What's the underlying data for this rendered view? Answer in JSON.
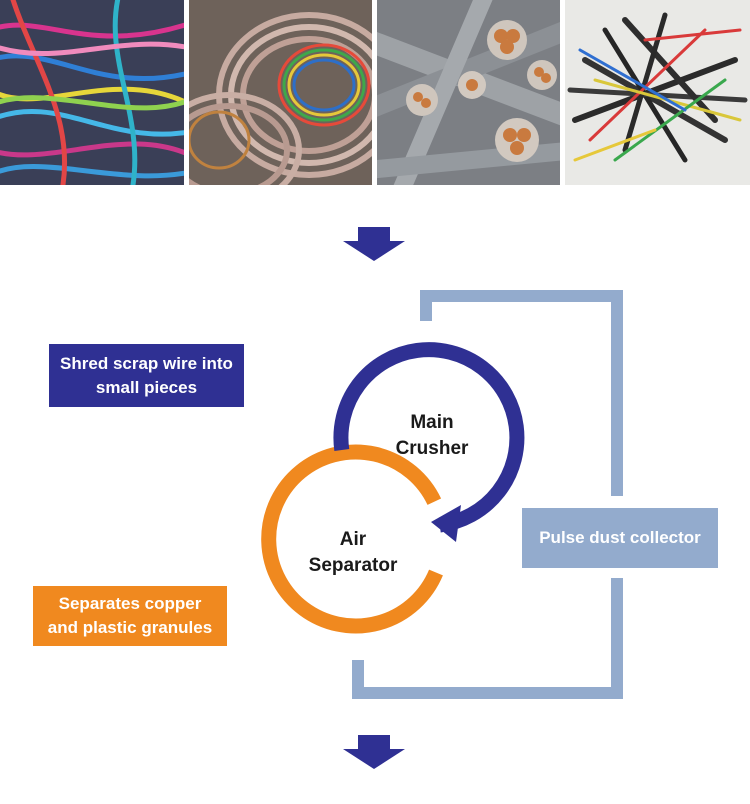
{
  "photos": [
    {
      "name": "colorful-scrap-wires-photo"
    },
    {
      "name": "coiled-cables-photo"
    },
    {
      "name": "thick-power-cables-photo"
    },
    {
      "name": "black-wire-pile-photo"
    }
  ],
  "steps": {
    "shred": {
      "line1": "Shred scrap wire into",
      "line2": "small pieces"
    },
    "separate": {
      "line1": "Separates copper",
      "line2": "and plastic granules"
    },
    "dust": {
      "label": "Pulse dust collector"
    }
  },
  "nodes": {
    "crusher": {
      "line1": "Main",
      "line2": "Crusher"
    },
    "separator": {
      "line1": "Air",
      "line2": "Separator"
    }
  },
  "colors": {
    "navy": "#2f3093",
    "orange": "#f0891f",
    "steel_blue": "#93abcd"
  },
  "icons": {
    "top_arrow": "arrow-down-icon",
    "bottom_arrow": "arrow-down-icon"
  }
}
